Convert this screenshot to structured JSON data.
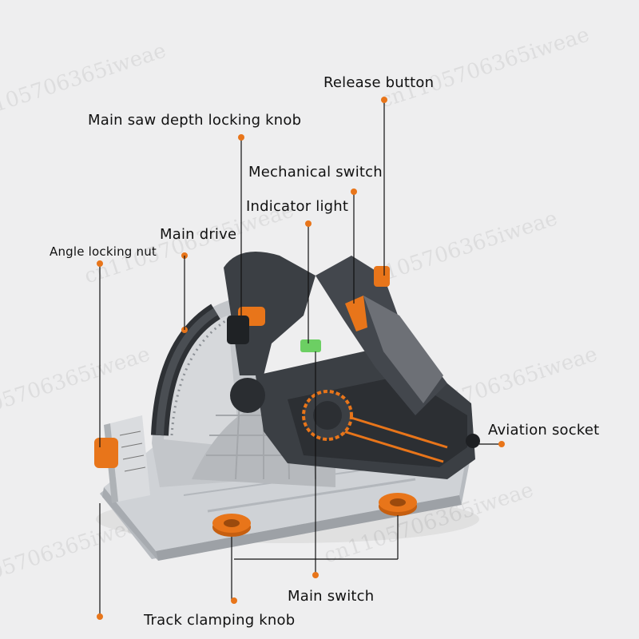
{
  "watermark": "cn1105706365iweae",
  "colors": {
    "background": "#eeeeef",
    "accent": "#e8751a",
    "body": "#3b3f44",
    "base": "#c9ccd0"
  },
  "labels": {
    "release_button": "Release button",
    "depth_knob": "Main saw depth locking knob",
    "mech_switch": "Mechanical switch",
    "indicator": "Indicator light",
    "main_drive": "Main drive",
    "angle_nut": "Angle locking nut",
    "aviation": "Aviation socket",
    "main_switch": "Main switch",
    "track_knob": "Track clamping knob"
  }
}
